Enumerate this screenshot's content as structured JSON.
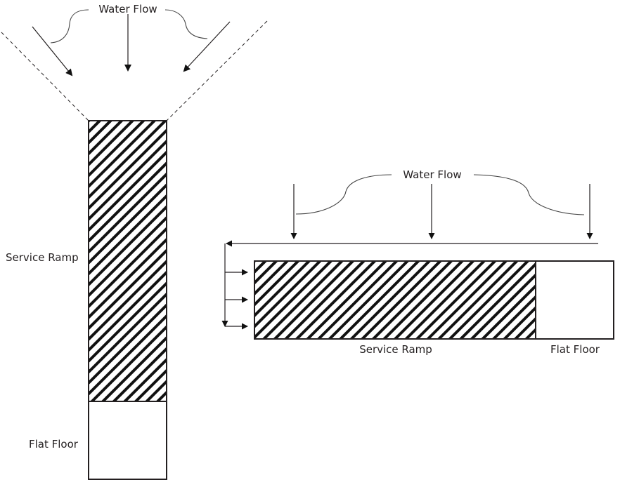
{
  "left_diagram": {
    "water_flow_label": "Water Flow",
    "service_ramp_label": "Service Ramp",
    "flat_floor_label": "Flat Floor"
  },
  "right_diagram": {
    "water_flow_label": "Water Flow",
    "service_ramp_label": "Service Ramp",
    "flat_floor_label": "Flat Floor"
  },
  "colors": {
    "line": "#231f20",
    "background": "#ffffff"
  }
}
